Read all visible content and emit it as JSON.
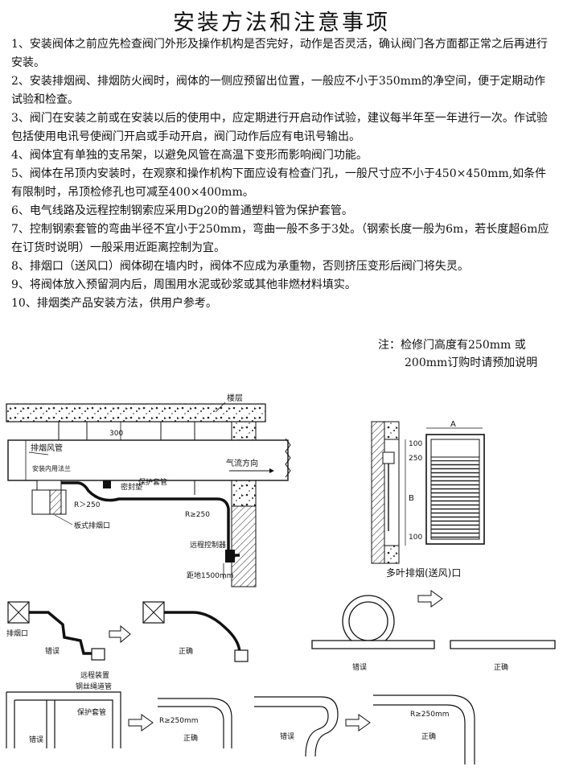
{
  "page": {
    "title": "安装方法和注意事项",
    "items": [
      "1、安装阀体之前应先检查阀门外形及操作机构是否完好，动作是否灵活，确认阀门各方面都正常之后再进行安装。",
      "2、安装排烟阀、排烟防火阀时，阀体的一侧应预留出位置，一般应不小于350mm的净空间，便于定期动作试验和检查。",
      "3、阀门在安装之前或在安装以后的使用中，应定期进行开启动作试验，建议每半年至一年进行一次。作试验包括使用电讯号使阀门开启或手动开启，阀门动作后应有电讯号输出。",
      "4、阀体宜有单独的支吊架，以避免风管在高温下变形而影响阀门功能。",
      "5、阀体在吊顶内安装时，在观察和操作机构下面应设有检查门孔，一般尺寸应不小于450×450mm,如条件有限制时，吊顶检修孔也可减至400×400mm。",
      "6、电气线路及远程控制钢索应采用Dg20的普通塑料管为保护套管。",
      "7、控制钢索套管的弯曲半径不宜小于250mm，弯曲一般不多于3处。（钢索长度一般为6m，若长度超6m应在订货时说明）一般采用近距离控制为宜。",
      "8、排烟口（送风口）阀体砌在墙内时，阀体不应成为承重物，否则挤压变形后阀门将失灵。",
      "9、将阀体放入预留洞内后，周围用水泥或砂浆或其他非燃材料填实。",
      "10、排烟类产品安装方法，供用户参考。"
    ],
    "note_line1": "注：检修门高度有250mm 或",
    "note_line2": "200mm订购时请预加说明"
  },
  "diagram_main": {
    "floor": "楼层",
    "duct": "排烟风管",
    "dim_300": "300",
    "airflow": "气流方向",
    "flange": "安装内用法兰",
    "seal_pad": "密封垫",
    "sleeve": "保护套管",
    "r_left": "R＞250",
    "r_right": "R≥250",
    "outlet": "板式排烟口",
    "controller": "远程控制器",
    "distance": "距地1500mm"
  },
  "diagram_louver": {
    "label_a": "A",
    "label_b": "B",
    "d100_top": "100",
    "d250": "250",
    "d100_bot": "100",
    "caption": "多叶排烟(送风)口"
  },
  "examples": {
    "remote_outlet": "排烟口",
    "wrong1": "错误",
    "remote_device": "远程装置",
    "right1": "正确",
    "wrong2": "错误",
    "right2": "正确",
    "cable_pipe": "钢丝绳道管",
    "sleeve": "保护套管",
    "wrong3": "错误",
    "r3": "R≥250mm",
    "right3": "正确",
    "wrong4": "错误",
    "r4": "R≥250mm",
    "right4": "正确"
  }
}
